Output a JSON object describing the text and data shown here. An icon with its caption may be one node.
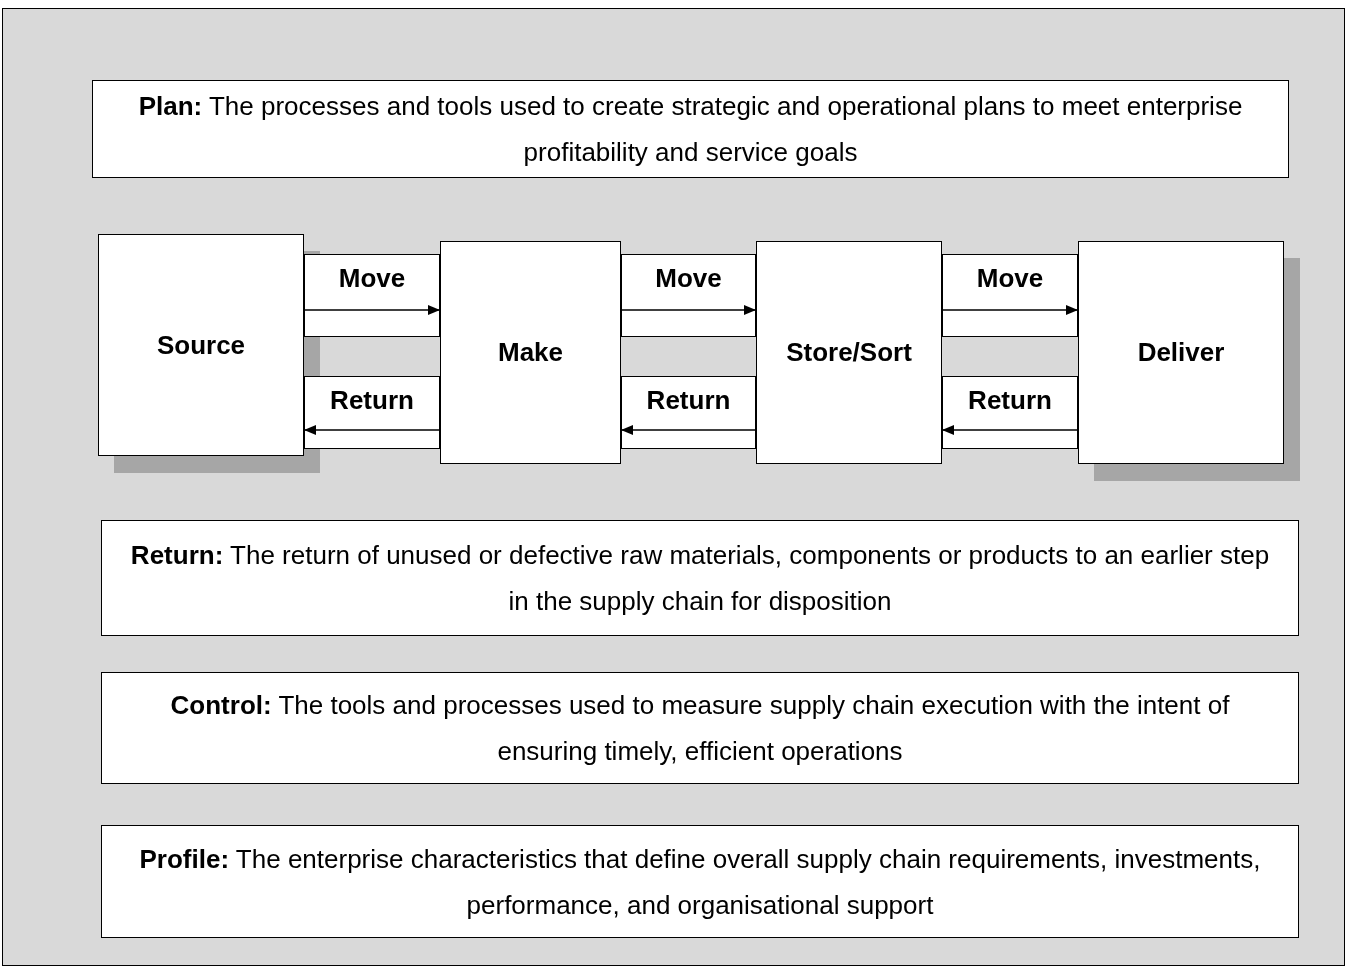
{
  "diagram": {
    "nodes": [
      {
        "text": [
          "**Plan:** The processes and tools used to create strategic and operational plans to meet enterprise profitability and service goals"
        ]
      },
      {
        "text": [
          "Source"
        ]
      },
      {
        "text": [
          "Make"
        ]
      },
      {
        "text": [
          "Store/Sort"
        ]
      },
      {
        "text": [
          "Deliver"
        ]
      },
      {
        "text": [
          "**Return:** The return of unused or defective raw materials, components or products to an earlier step in the supply chain for disposition"
        ]
      },
      {
        "text": [
          "**Control:** The tools and processes used to measure supply chain execution with the intent of ensuring timely, efficient operations"
        ]
      },
      {
        "text": [
          "**Profile:** The enterprise characteristics that define overall supply chain requirements, investments, performance, and organisational support"
        ]
      }
    ],
    "edges": [
      {
        "from": 1,
        "to": 2,
        "arrow": "to",
        "label": "Move"
      },
      {
        "from": 2,
        "to": 1,
        "arrow": "to",
        "label": "Return"
      },
      {
        "from": 2,
        "to": 3,
        "arrow": "to",
        "label": "Move"
      },
      {
        "from": 3,
        "to": 2,
        "arrow": "to",
        "label": "Return"
      },
      {
        "from": 3,
        "to": 4,
        "arrow": "to",
        "label": "Move"
      },
      {
        "from": 4,
        "to": 3,
        "arrow": "to",
        "label": "Return"
      }
    ]
  }
}
